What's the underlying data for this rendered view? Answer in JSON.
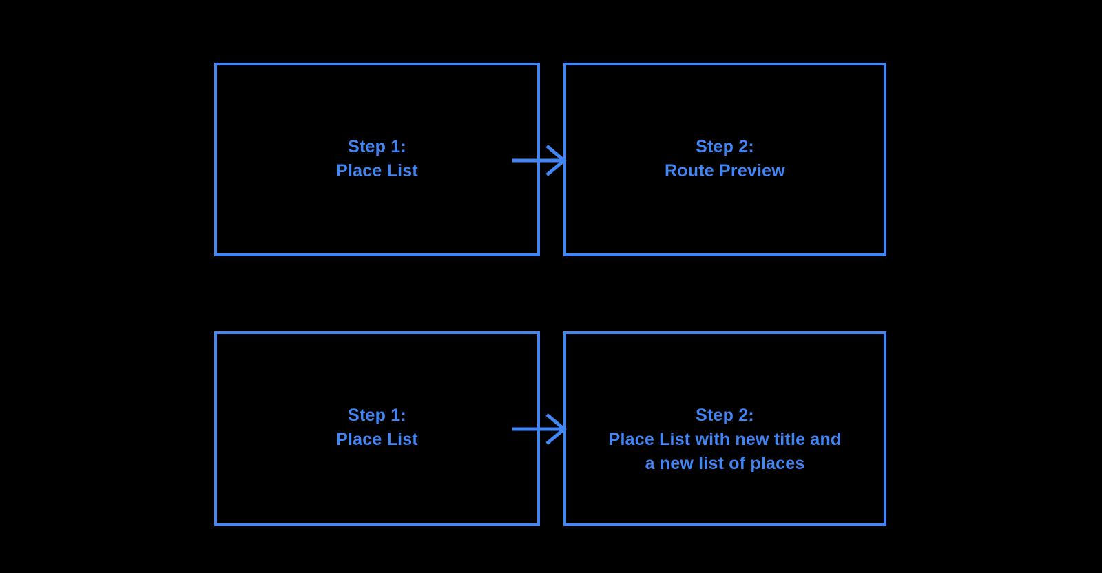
{
  "theme": {
    "background_color": "#000000",
    "accent_color": "#4285f4"
  },
  "diagram": {
    "title": "",
    "flows": [
      {
        "from": {
          "lines": [
            "Step 1:",
            "Place List"
          ]
        },
        "connector": "right-arrow",
        "to": {
          "lines": [
            "Step 2:",
            "Route Preview"
          ]
        }
      },
      {
        "from": {
          "lines": [
            "Step 1:",
            "Place List"
          ]
        },
        "connector": "right-arrow",
        "to": {
          "lines": [
            "Step 2:",
            "Place List with new title and",
            "a new list of places"
          ]
        }
      }
    ]
  }
}
